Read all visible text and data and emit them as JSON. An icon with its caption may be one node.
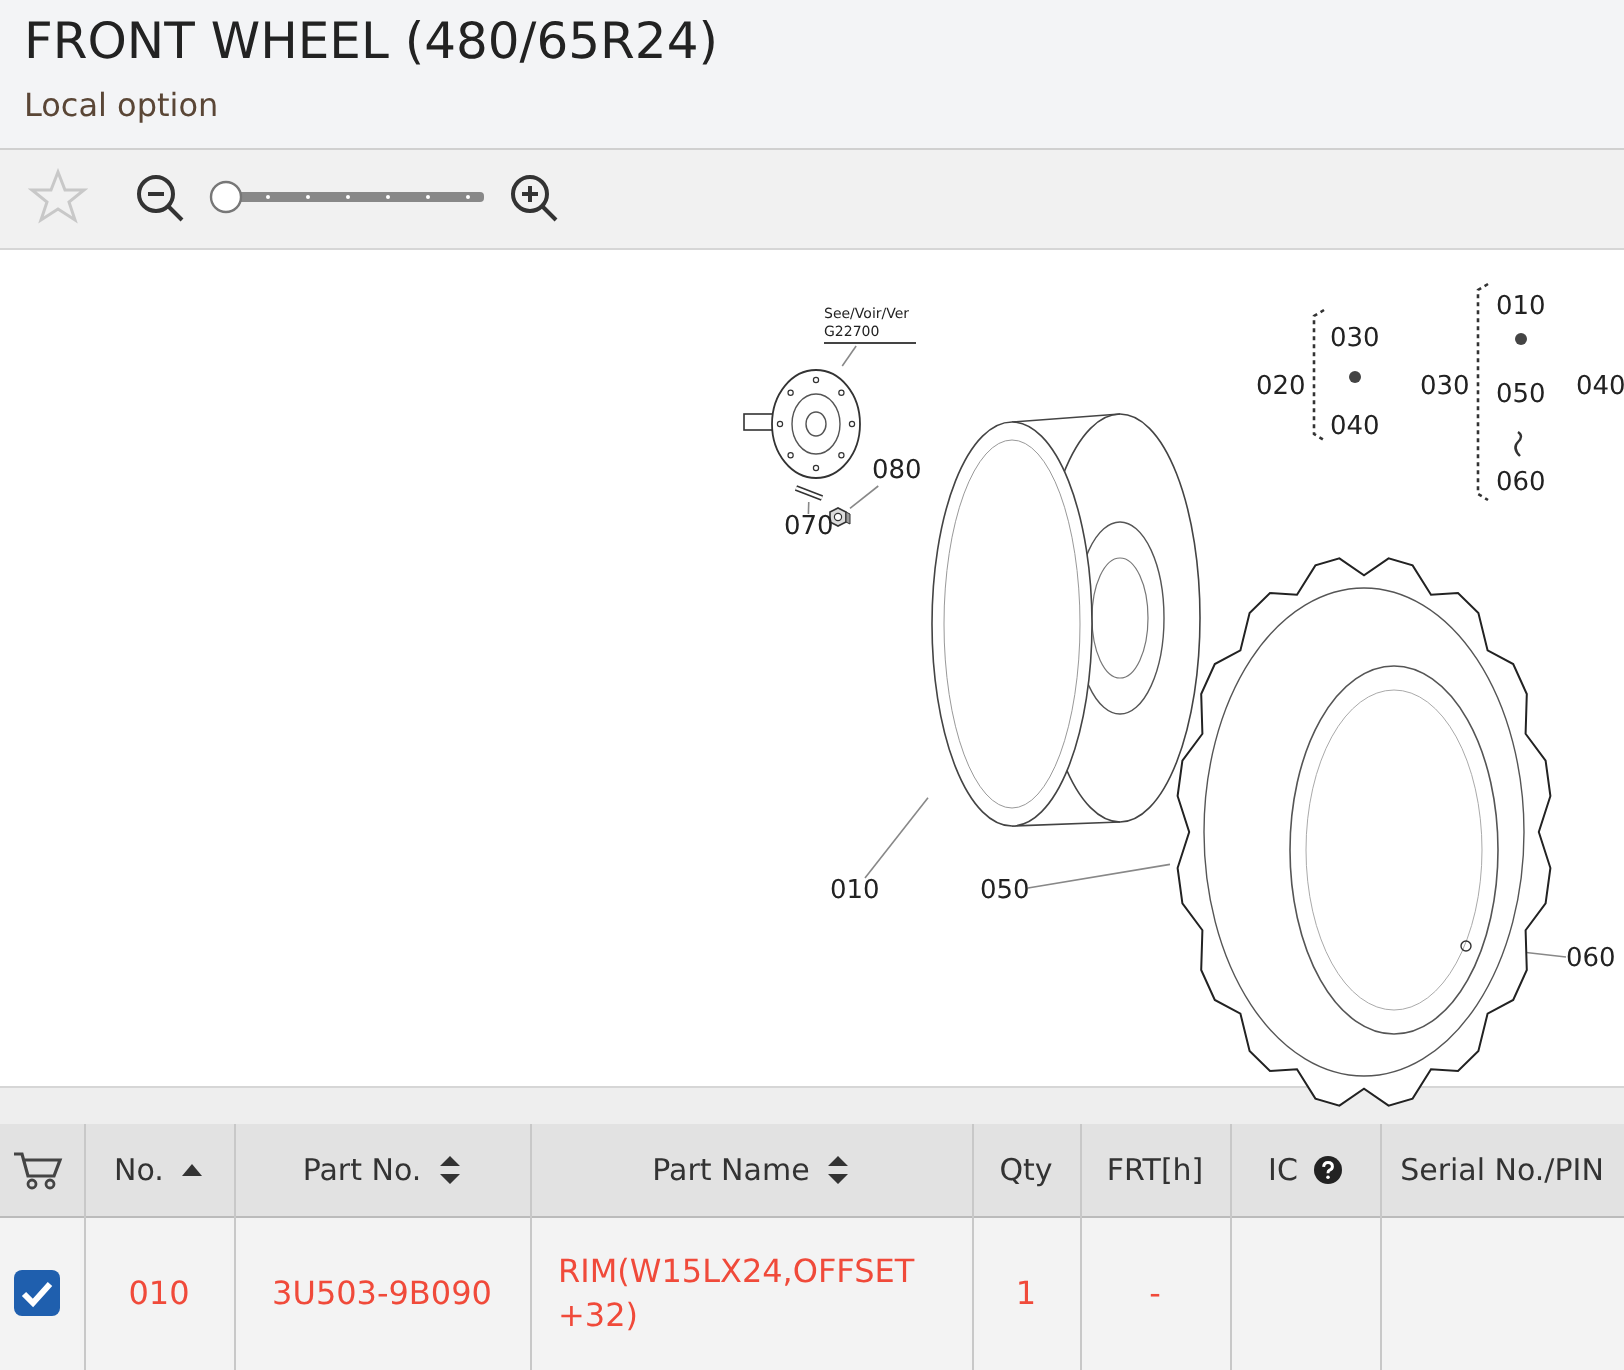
{
  "diagram": {
    "title": "FRONT WHEEL (480/65R24)",
    "caption": "Local option",
    "nodes": [
      {
        "text": [
          "See/Voir/Ver G22700"
        ]
      },
      {
        "text": [],
        "shape": "picture"
      },
      {
        "text": [
          "080"
        ]
      },
      {
        "text": [],
        "shape": "picture"
      },
      {
        "text": [
          "070"
        ]
      },
      {
        "text": [],
        "shape": "picture"
      },
      {
        "text": [],
        "shape": "picture"
      },
      {
        "text": [
          "010"
        ]
      },
      {
        "text": [
          "050"
        ]
      },
      {
        "text": [],
        "shape": "picture"
      },
      {
        "text": [
          "060"
        ]
      }
    ],
    "edges": [
      {
        "from": 0,
        "to": 1,
        "arrow": "none"
      },
      {
        "from": 2,
        "to": 3,
        "arrow": "none"
      },
      {
        "from": 4,
        "to": 5,
        "arrow": "none"
      },
      {
        "from": 7,
        "to": 6,
        "arrow": "none"
      },
      {
        "from": 8,
        "to": 9,
        "arrow": "none"
      },
      {
        "from": 10,
        "to": 9,
        "arrow": "none"
      }
    ],
    "labels": [
      "020",
      "030",
      "040",
      "030",
      "010",
      "050",
      "060",
      "040",
      "No.",
      "Part No.",
      "Part Name",
      "Qty",
      "FRT[h]",
      "IC",
      "Serial No./PIN",
      "010",
      "3U503-9B090",
      "RIM(W15LX24,OFFSET +32)",
      "1",
      "-"
    ]
  }
}
